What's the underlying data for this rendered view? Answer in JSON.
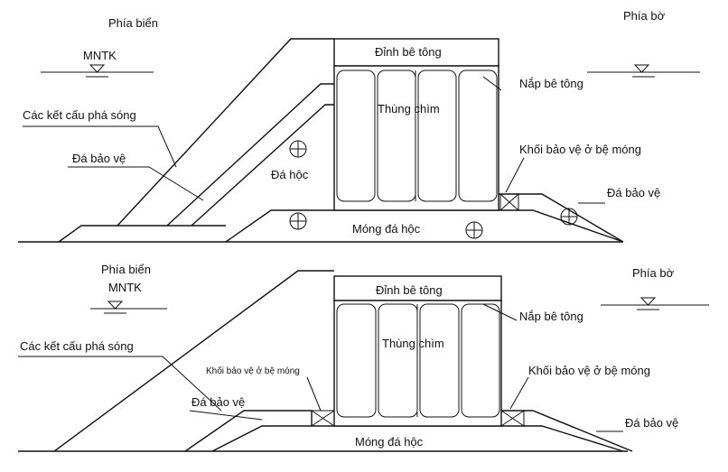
{
  "top": {
    "sea_side": "Phía biển",
    "shore_side": "Phía bờ",
    "water_level": "MNTK",
    "concrete_crest": "Đỉnh bê tông",
    "concrete_cap": "Nắp bê tông",
    "caisson": "Thùng chìm",
    "breakwater_structures": "Các kết cấu phá sóng",
    "protection_stone_left": "Đá bảo vệ",
    "rubble_stone": "Đá hộc",
    "toe_protection_block": "Khối bảo vệ ở bệ móng",
    "protection_stone_right": "Đá bảo vệ",
    "rubble_foundation": "Móng đá hộc"
  },
  "bottom": {
    "sea_side": "Phía biển",
    "shore_side": "Phía bờ",
    "water_level": "MNTK",
    "concrete_crest": "Đỉnh bê tông",
    "concrete_cap": "Nắp bê tông",
    "caisson": "Thùng chìm",
    "breakwater_structures": "Các kết cấu phá sóng",
    "toe_protection_block_left": "Khối bảo vệ ở bệ móng",
    "toe_protection_block_right": "Khối bảo vệ ở bệ móng",
    "protection_stone_left": "Đá bảo vệ",
    "protection_stone_right": "Đá bảo vệ",
    "rubble_foundation": "Móng đá hộc"
  }
}
